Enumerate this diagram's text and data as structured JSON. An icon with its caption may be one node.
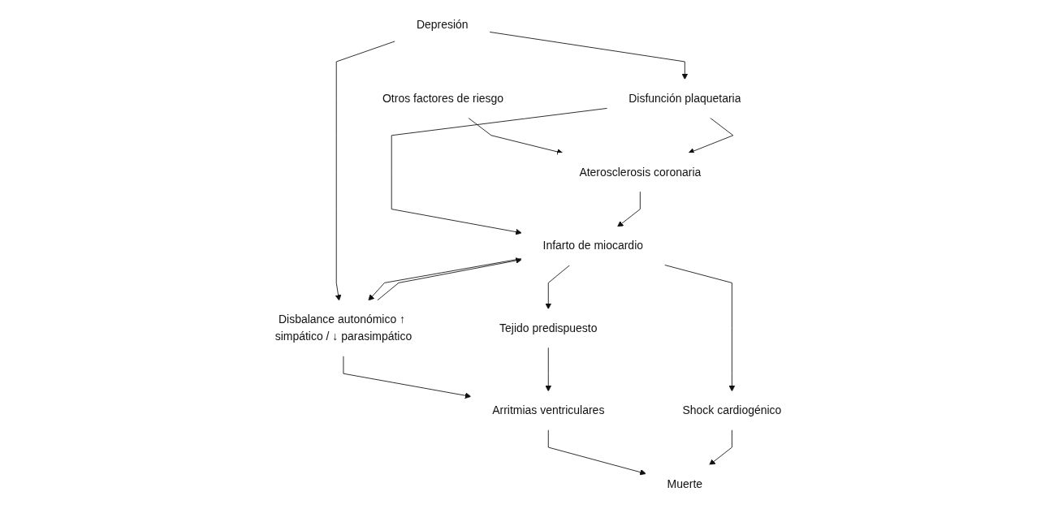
{
  "diagram": {
    "nodes": [
      {
        "text": [
          "Otros factores de riesgo"
        ]
      },
      {
        "text": [
          "Depresión"
        ]
      },
      {
        "text": [
          "Disfunción plaquetaria"
        ]
      },
      {
        "text": [
          "Aterosclerosis coronaria"
        ]
      },
      {
        "text": [
          "Infarto de miocardio"
        ]
      },
      {
        "text": [
          "Disbalance autonómico ↑ simpático / ↓ parasimpático"
        ]
      },
      {
        "text": [
          "Tejido predispuesto"
        ]
      },
      {
        "text": [
          "Arritmias ventriculares"
        ]
      },
      {
        "text": [
          "Shock cardiogénico"
        ]
      },
      {
        "text": [
          "Muerte"
        ]
      }
    ],
    "edges": [
      {
        "from": 0,
        "to": 3,
        "arrow": "to"
      },
      {
        "from": 1,
        "to": 2,
        "arrow": "to"
      },
      {
        "from": 2,
        "to": 3,
        "arrow": "to"
      },
      {
        "from": 2,
        "to": 4,
        "arrow": "to"
      },
      {
        "from": 1,
        "to": 5,
        "arrow": "to"
      },
      {
        "from": 3,
        "to": 4,
        "arrow": "to"
      },
      {
        "from": 5,
        "to": 4,
        "arrow": "to"
      },
      {
        "from": 4,
        "to": 5,
        "arrow": "to"
      },
      {
        "from": 4,
        "to": 6,
        "arrow": "to"
      },
      {
        "from": 4,
        "to": 8,
        "arrow": "to"
      },
      {
        "from": 5,
        "to": 7,
        "arrow": "to"
      },
      {
        "from": 6,
        "to": 7,
        "arrow": "to"
      },
      {
        "from": 7,
        "to": 9,
        "arrow": "to"
      },
      {
        "from": 8,
        "to": 9,
        "arrow": "to"
      }
    ]
  }
}
